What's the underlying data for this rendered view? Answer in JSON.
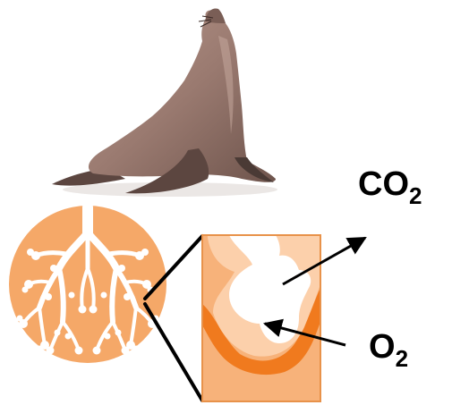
{
  "labels": {
    "co2_main": "CO",
    "co2_sub": "2",
    "o2_main": "O",
    "o2_sub": "2"
  },
  "icons": {
    "animal": "sea-lion-icon",
    "lung": "lung-cross-section-icon",
    "alveolus": "alveolus-detail-icon"
  },
  "colors": {
    "lung_fill": "#f5a868",
    "tissue_fill": "#f7b27a",
    "membrane": "#f07a1e",
    "airway": "#ffffff",
    "sea_lion_body": "#9a7a70",
    "sea_lion_shadow": "#4a3a35",
    "arrows": "#000000"
  }
}
